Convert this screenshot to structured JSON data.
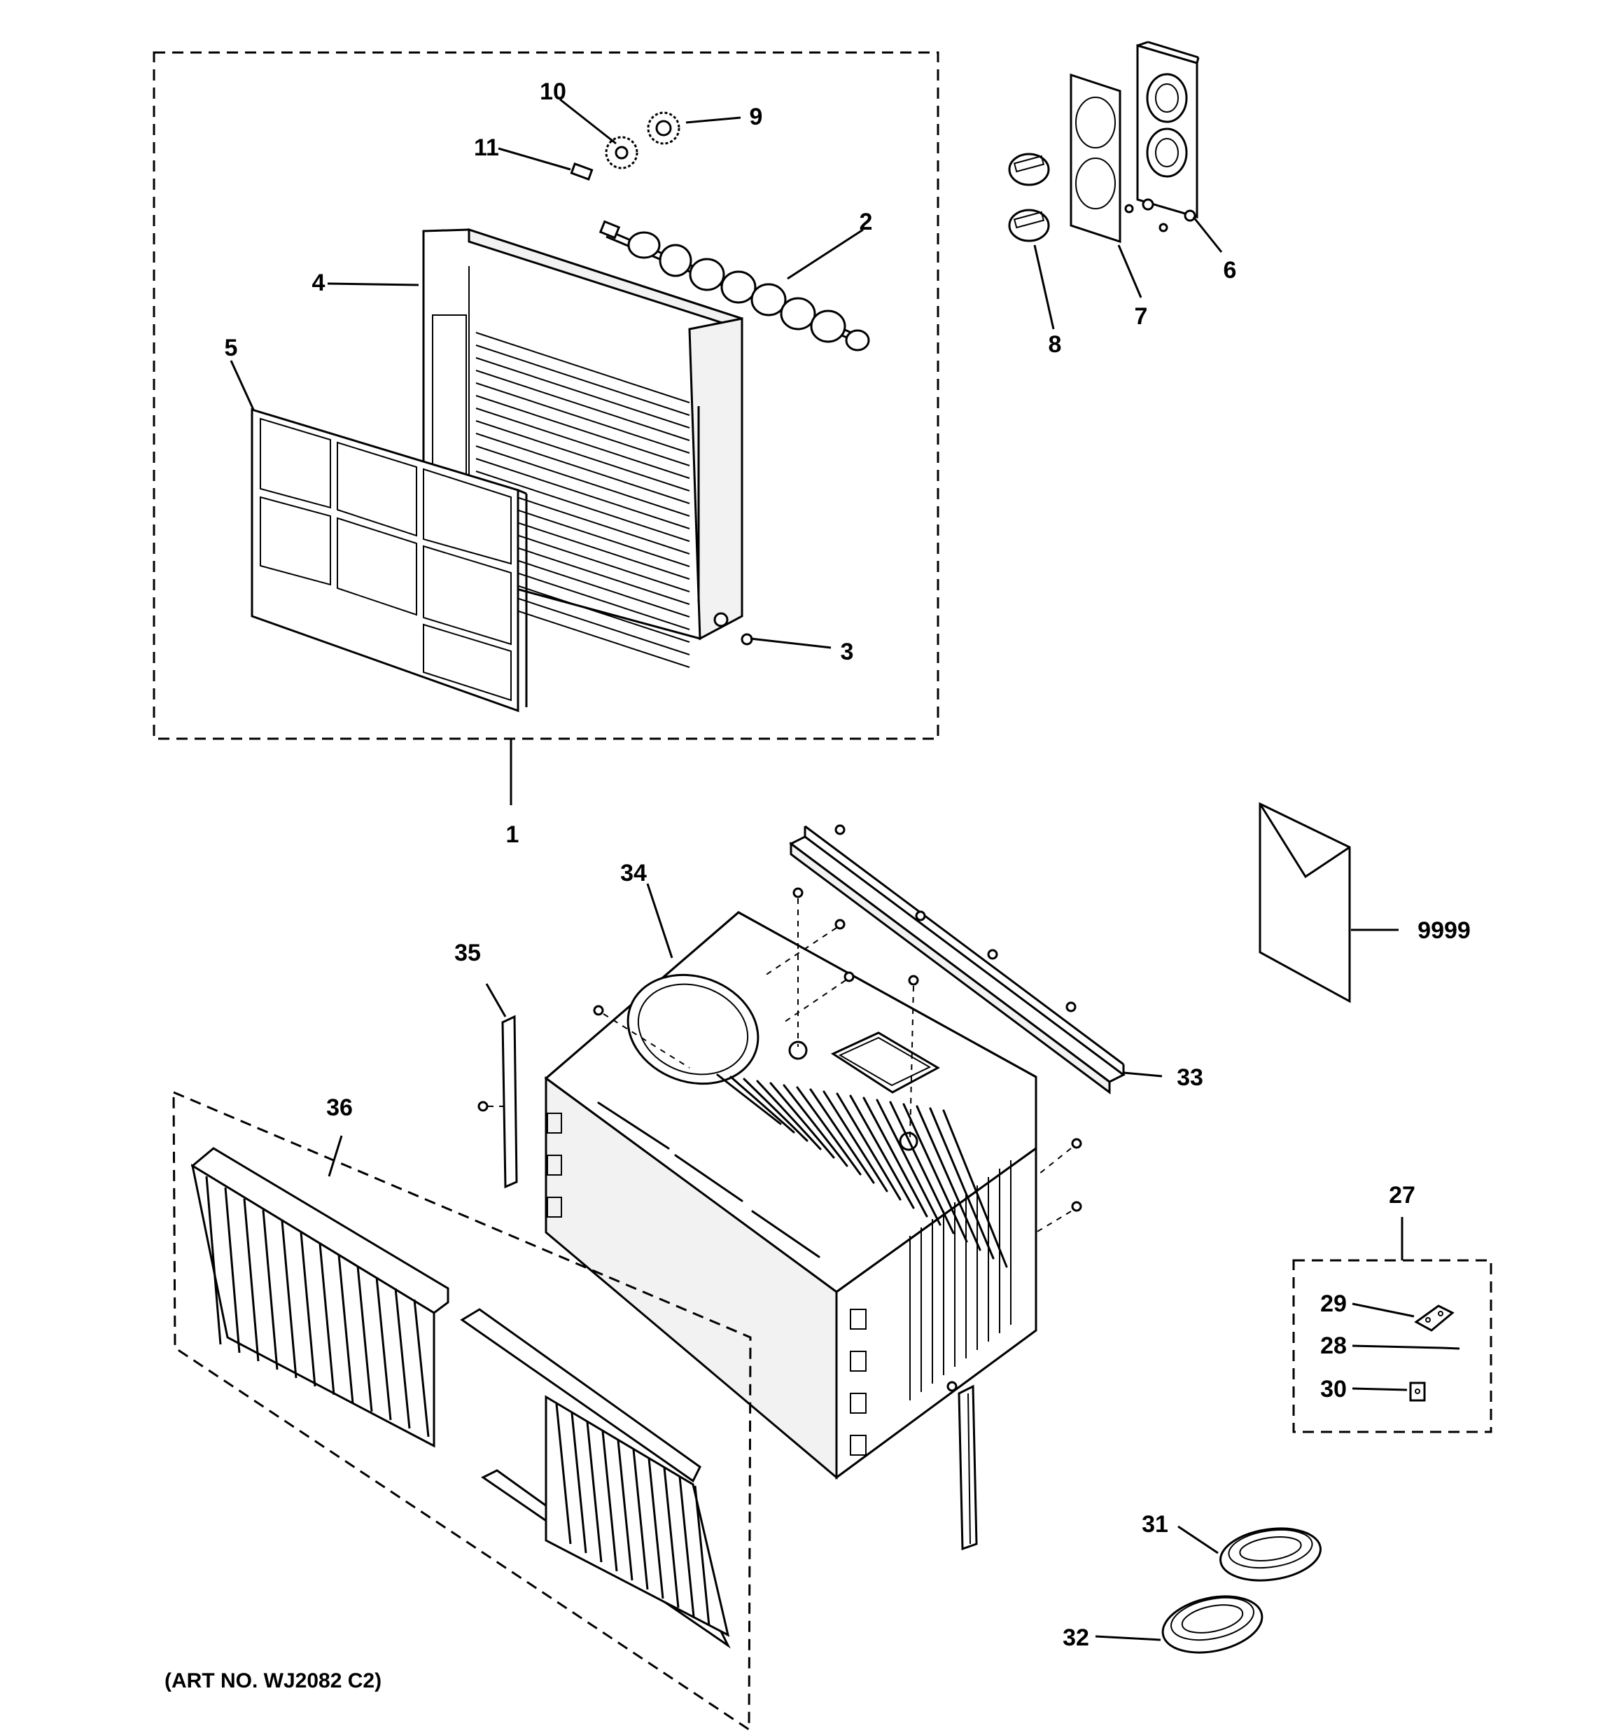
{
  "labels": {
    "l1": "1",
    "l2": "2",
    "l3": "3",
    "l4": "4",
    "l5": "5",
    "l6": "6",
    "l7": "7",
    "l8": "8",
    "l9": "9",
    "l10": "10",
    "l11": "11",
    "l27": "27",
    "l28": "28",
    "l29": "29",
    "l30": "30",
    "l31": "31",
    "l32": "32",
    "l33": "33",
    "l34": "34",
    "l35": "35",
    "l36": "36",
    "l9999": "9999"
  },
  "art_number": "(ART NO. WJ2082 C2)"
}
